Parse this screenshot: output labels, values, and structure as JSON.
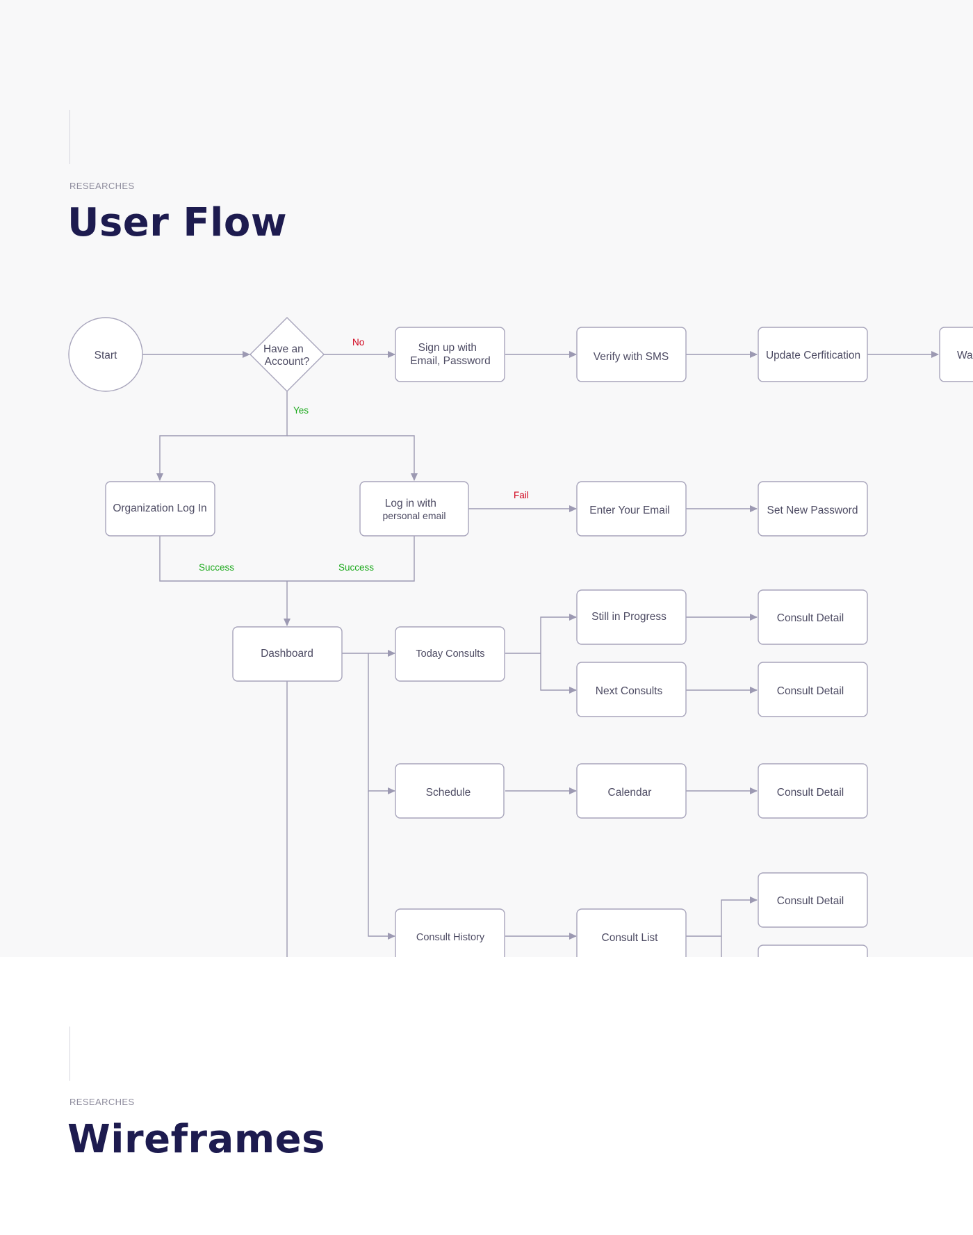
{
  "sections": [
    {
      "eyebrow": "RESEARCHES",
      "title": "User Flow"
    },
    {
      "eyebrow": "RESEARCHES",
      "title": "Wireframes"
    }
  ],
  "flow": {
    "start": "Start",
    "decision": [
      "Have an",
      "Account?"
    ],
    "signup": [
      "Sign up with",
      "Email, Password"
    ],
    "verify_sms": "Verify with SMS",
    "update_cert": "Update Cerfitication",
    "waiting": "Wa",
    "org_login": "Organization Log In",
    "personal_login": [
      "Log in with",
      "personal email"
    ],
    "enter_email": "Enter Your Email",
    "set_password": "Set New Password",
    "dashboard": "Dashboard",
    "today_consults": "Today Consults",
    "still_in_progress": "Still in Progress",
    "next_consults": "Next Consults",
    "schedule": "Schedule",
    "calendar": "Calendar",
    "consult_history": "Consult History",
    "consult_list": "Consult List",
    "consult_detail": "Consult Detail"
  },
  "edge_labels": {
    "no": "No",
    "yes": "Yes",
    "fail": "Fail",
    "success": "Success"
  },
  "colors": {
    "negative": "#d0021b",
    "positive": "#1faa1f",
    "title": "#1d1b4f",
    "stroke": "#a7a4bb"
  }
}
